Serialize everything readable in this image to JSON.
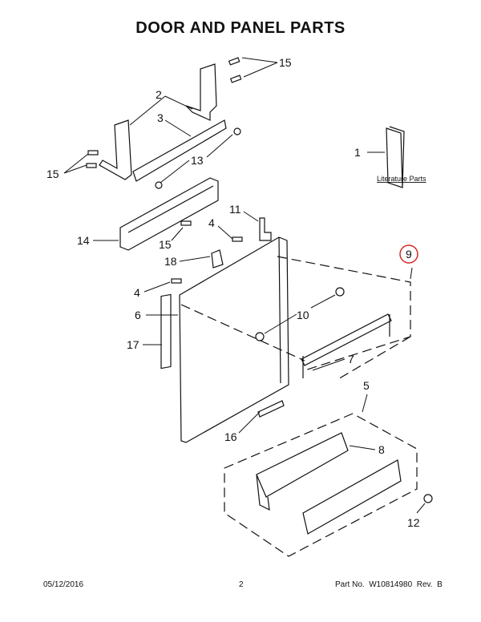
{
  "title": "DOOR AND PANEL PARTS",
  "callouts": {
    "c15a": "15",
    "c2": "2",
    "c3": "3",
    "c15b": "15",
    "c13": "13",
    "c1": "1",
    "c11": "11",
    "c4a": "4",
    "c14": "14",
    "c15c": "15",
    "c18": "18",
    "c9": "9",
    "c4b": "4",
    "c6": "6",
    "c10": "10",
    "c17": "17",
    "c7": "7",
    "c5": "5",
    "c8": "8",
    "c16": "16",
    "c12": "12"
  },
  "literature_label": "Literature Parts",
  "highlight_color": "#d62828",
  "footer": {
    "date": "05/12/2016",
    "page": "2",
    "part_no": "Part No.  W10814980  Rev.  B"
  }
}
